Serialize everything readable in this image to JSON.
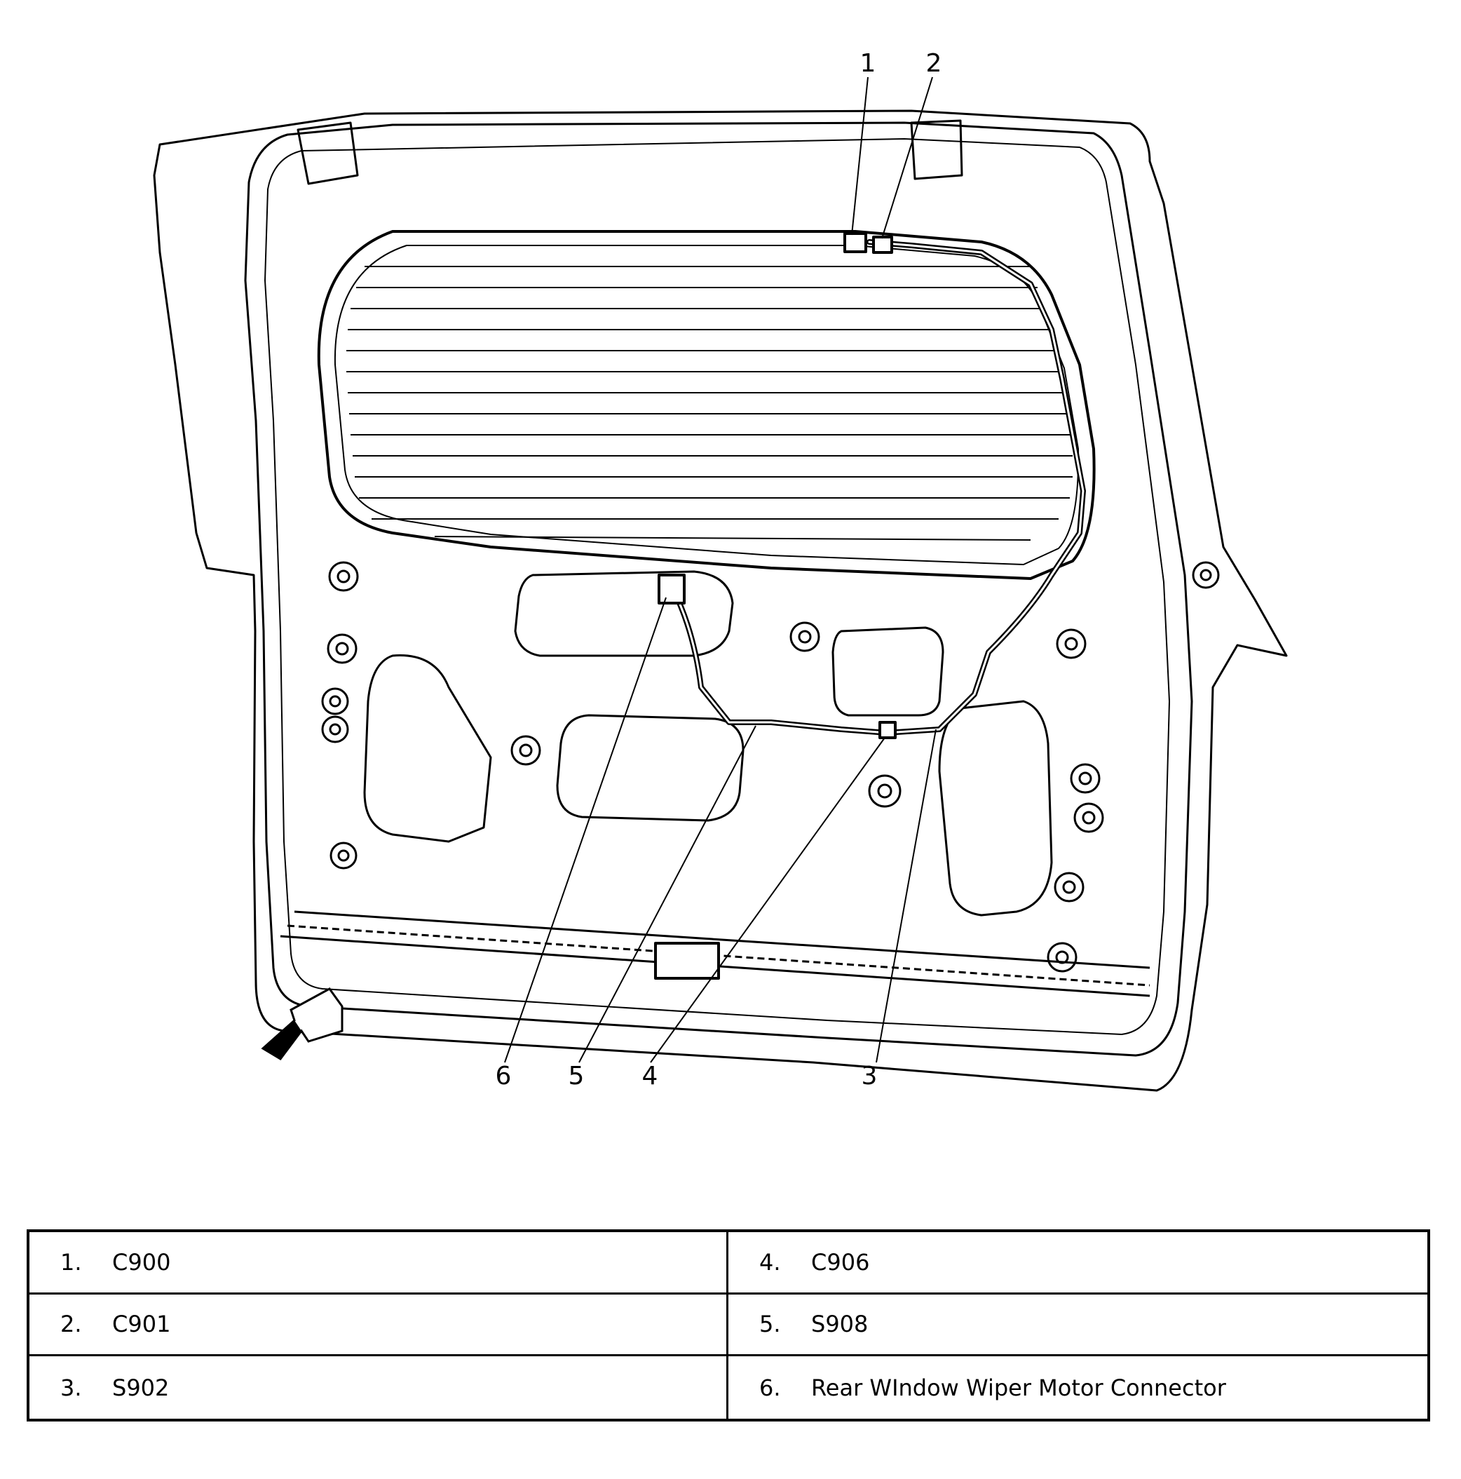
{
  "callouts": [
    {
      "id": "1",
      "label": "1"
    },
    {
      "id": "2",
      "label": "2"
    },
    {
      "id": "3",
      "label": "3"
    },
    {
      "id": "4",
      "label": "4"
    },
    {
      "id": "5",
      "label": "5"
    },
    {
      "id": "6",
      "label": "6"
    }
  ],
  "legend": {
    "rows": [
      {
        "left": {
          "num": "1.",
          "text": "C900"
        },
        "right": {
          "num": "4.",
          "text": "C906"
        }
      },
      {
        "left": {
          "num": "2.",
          "text": "C901"
        },
        "right": {
          "num": "5.",
          "text": "S908"
        }
      },
      {
        "left": {
          "num": "3.",
          "text": "S902"
        },
        "right": {
          "num": "6.",
          "text": "Rear WIndow Wiper Motor Connector"
        }
      }
    ]
  }
}
